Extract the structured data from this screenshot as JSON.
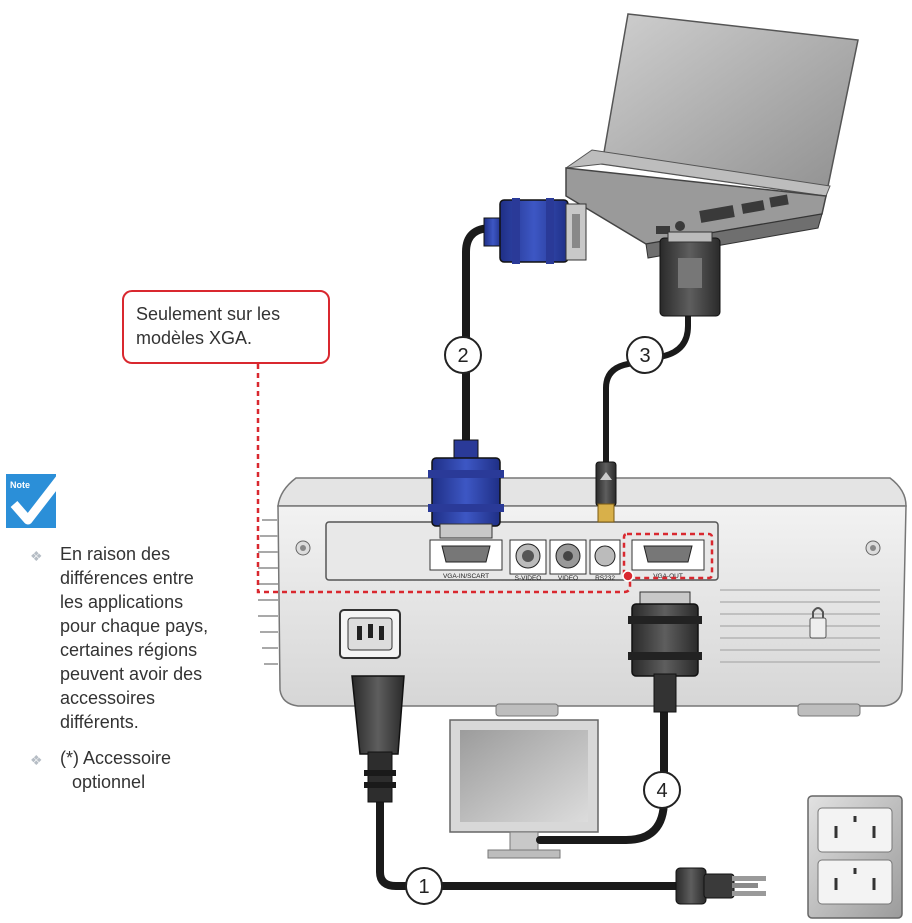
{
  "callout": {
    "line1": "Seulement sur les",
    "line2": "modèles XGA."
  },
  "note": {
    "badge": "Note",
    "items": [
      "En raison des différences entre les applications pour chaque pays, certaines régions peuvent avoir des accessoires différents.",
      "(*) Accessoire"
    ],
    "item2_cont": "optionnel"
  },
  "ports": {
    "vga_in": "VGA-IN/SCART",
    "svideo": "S-VIDEO",
    "video": "VIDEO",
    "rs232": "RS232",
    "vga_out": "VGA-OUT"
  },
  "cable_numbers": [
    "1",
    "2",
    "3",
    "4"
  ],
  "colors": {
    "callout_red": "#d9282f",
    "note_blue": "#2b8fd8",
    "connector_blue": "#2f45a8",
    "cable_black": "#1a1a1a"
  }
}
